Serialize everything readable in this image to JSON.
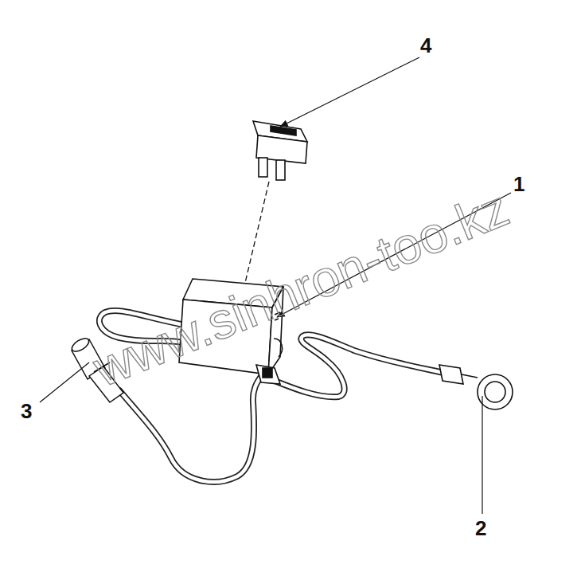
{
  "diagram": {
    "labels": [
      "4",
      "1",
      "3",
      "2",
      "www.sinhron-too.kz"
    ]
  }
}
